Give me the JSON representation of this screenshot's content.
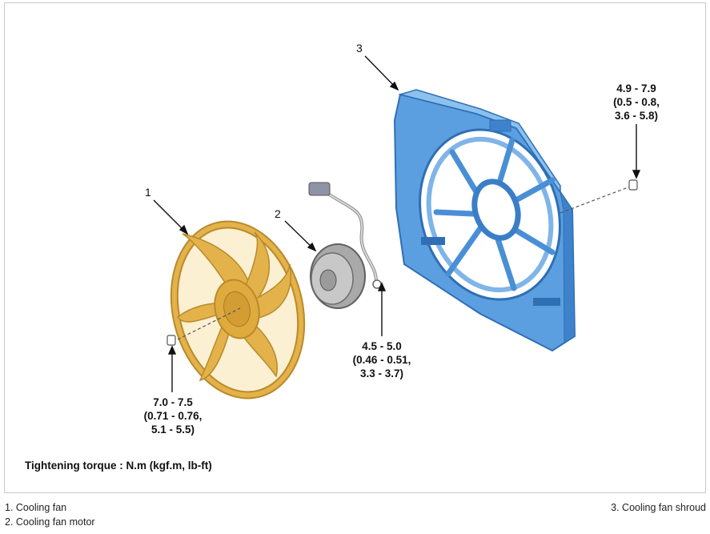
{
  "callouts": {
    "fan": "1",
    "motor": "2",
    "shroud": "3"
  },
  "torques": {
    "shroud_bolt": {
      "line1": "4.9 - 7.9",
      "line2": "(0.5 - 0.8,",
      "line3": "3.6 - 5.8)"
    },
    "motor_bolt": {
      "line1": "4.5 - 5.0",
      "line2": "(0.46 - 0.51,",
      "line3": "3.3 - 3.7)"
    },
    "fan_bolt": {
      "line1": "7.0 - 7.5",
      "line2": "(0.71 - 0.76,",
      "line3": "5.1 - 5.5)"
    }
  },
  "note": "Tightening torque : N.m (kgf.m, lb-ft)",
  "legend": {
    "item1": "1. Cooling fan",
    "item2": "2. Cooling fan motor",
    "item3": "3. Cooling fan shroud"
  },
  "colors": {
    "fan": "#e3b24a",
    "fan_dark": "#b98a2a",
    "shroud": "#5b9fe0",
    "shroud_dark": "#2f6fb4",
    "motor": "#b8b8b8"
  }
}
